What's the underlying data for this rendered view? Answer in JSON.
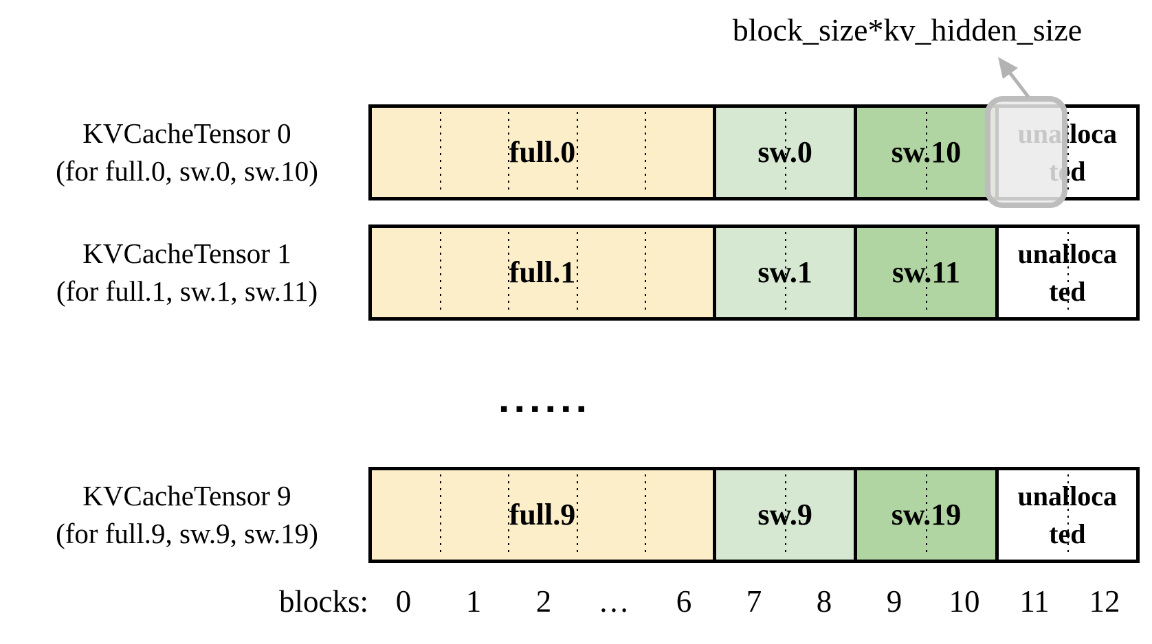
{
  "annotation": "block_size*kv_hidden_size",
  "ellipsis": "▪▪▪▪▪▪",
  "rows": [
    {
      "label": "KVCacheTensor 0\n(for full.0, sw.0, sw.10)",
      "full": "full.0",
      "sw_early": "sw.0",
      "sw_late": "sw.10",
      "unallocated": "unalloca\nted"
    },
    {
      "label": "KVCacheTensor 1\n(for full.1, sw.1, sw.11)",
      "full": "full.1",
      "sw_early": "sw.1",
      "sw_late": "sw.11",
      "unallocated": "unalloca\nted"
    },
    {
      "label": "KVCacheTensor 9\n(for full.9, sw.9, sw.19)",
      "full": "full.9",
      "sw_early": "sw.9",
      "sw_late": "sw.19",
      "unallocated": "unalloca\nted"
    }
  ],
  "axis": {
    "label": "blocks:",
    "ticks": [
      "0",
      "1",
      "2",
      "…",
      "6",
      "7",
      "8",
      "9",
      "10",
      "11",
      "12"
    ]
  },
  "colors": {
    "full_block": "#fceec9",
    "sw_early": "#d7e8d2",
    "sw_late": "#b0d5a2",
    "unallocated": "#ffffff",
    "outline": "#000000",
    "highlight_fill": "#ebebeb",
    "highlight_border": "#bdbdbd",
    "arrow": "#b3b3b3"
  }
}
